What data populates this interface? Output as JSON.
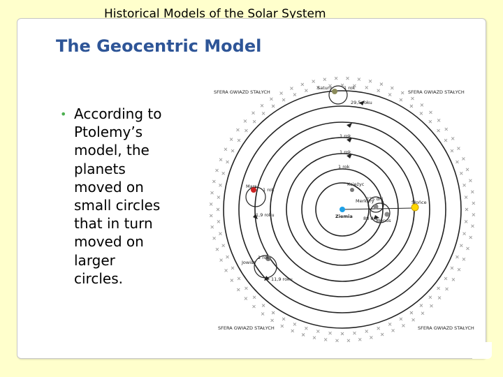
{
  "header": {
    "text": "Historical Models of the Solar System"
  },
  "slide": {
    "title": "The Geocentric Model",
    "bullet": "According to Ptolemy’s model, the planets moved on small circles that in turn moved on larger circles."
  },
  "diagram": {
    "sphere_label": "SFERA GWIAZD STAŁYCH",
    "planets": [
      {
        "name": "Ziemia"
      },
      {
        "name": "Księżyc"
      },
      {
        "name": "Merkury"
      },
      {
        "name": "Wenus"
      },
      {
        "name": "Słońce"
      },
      {
        "name": "Mars"
      },
      {
        "name": "Jowisz"
      },
      {
        "name": "Saturn"
      }
    ],
    "period_labels": [
      "1 rok",
      "1 rok",
      "1 rok",
      "1 rok",
      "1 rok",
      "1 rok",
      "29,5 roku",
      "1,9 roku",
      "11,9 roku",
      "225 dni",
      "88 dni"
    ],
    "colors": {
      "title": "#2e5597",
      "background": "#ffffcc",
      "sun": "#ffd700",
      "earth": "#1ea0e6",
      "mars": "#cc2222"
    }
  }
}
